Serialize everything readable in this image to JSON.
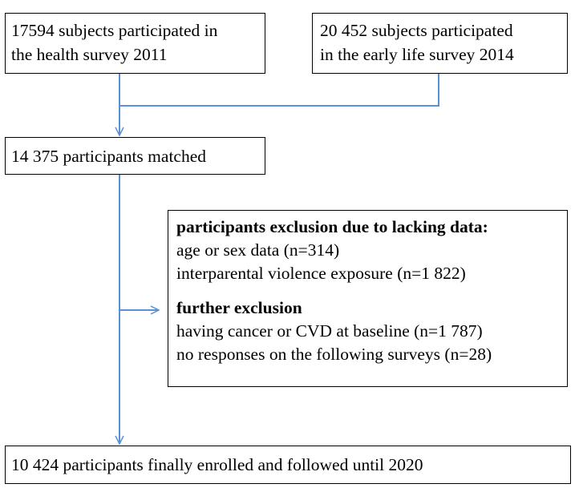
{
  "boxes": {
    "survey2011": {
      "line1": "17594 subjects participated in",
      "line2": "the health survey 2011"
    },
    "survey2014": {
      "line1": "20 452 subjects participated",
      "line2": "in the early life survey 2014"
    },
    "matched": {
      "text": "14 375 participants matched"
    },
    "exclusion": {
      "heading1": "participants exclusion due to lacking data:",
      "item1": "age or sex data (n=314)",
      "item2": "interparental violence exposure (n=1 822)",
      "heading2": "further exclusion",
      "item3": "having cancer or CVD at baseline (n=1 787)",
      "item4": "no responses on the following surveys  (n=28)"
    },
    "enrolled": {
      "text": "10 424 participants finally enrolled and followed until 2020"
    }
  },
  "colors": {
    "connector": "#5b8fd6",
    "border": "#000000"
  }
}
